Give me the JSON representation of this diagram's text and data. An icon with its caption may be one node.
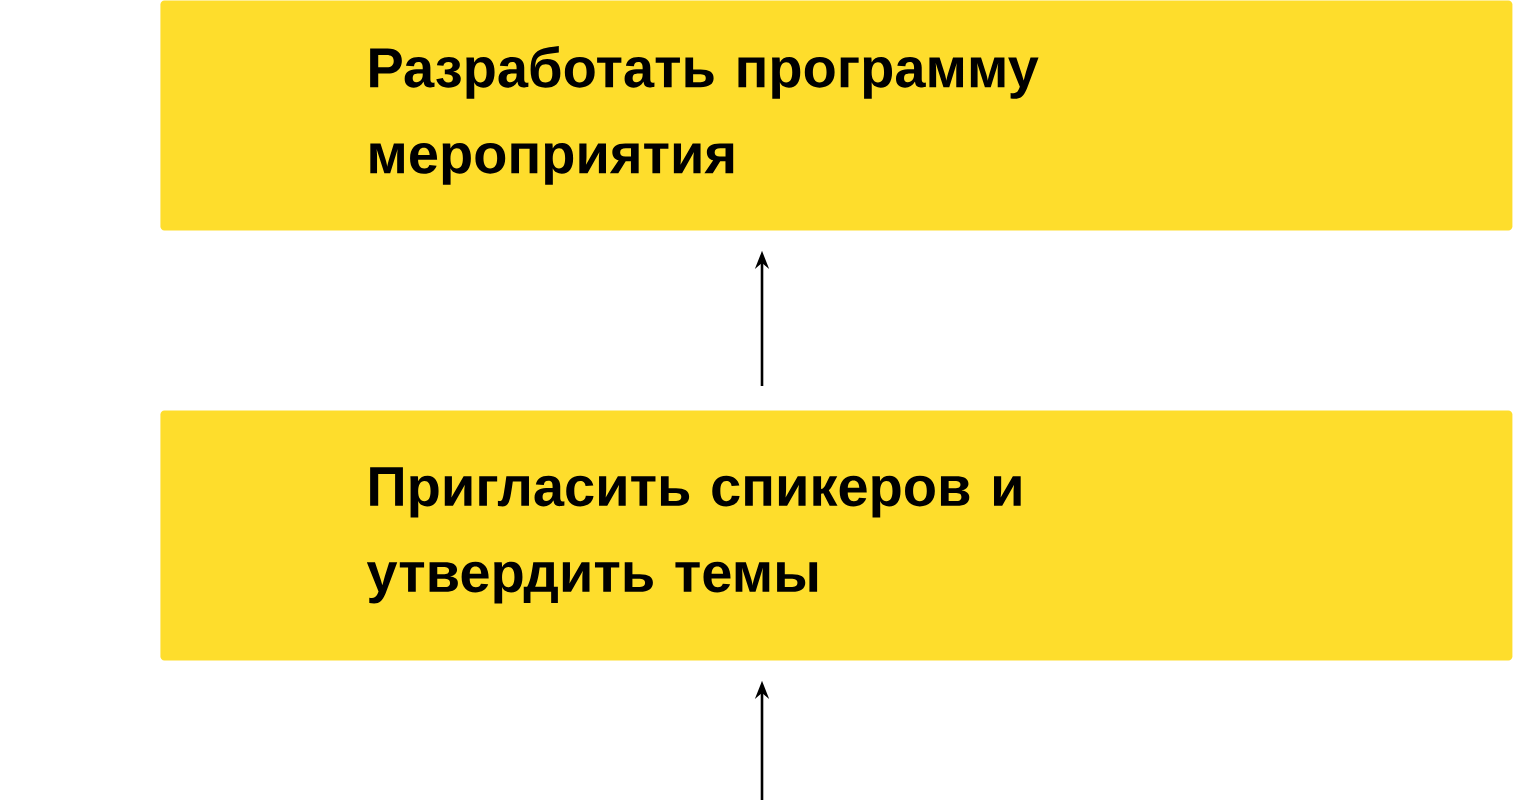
{
  "diagram": {
    "nodes": [
      {
        "text": [
          "Разработать программу мероприятия"
        ]
      },
      {
        "text": [
          "Пригласить спикеров и утвердить темы"
        ]
      }
    ],
    "edges": [
      {
        "from": 1,
        "to": 0,
        "arrow": "to"
      },
      {
        "from": null,
        "to": 1,
        "arrow": "to"
      }
    ]
  }
}
